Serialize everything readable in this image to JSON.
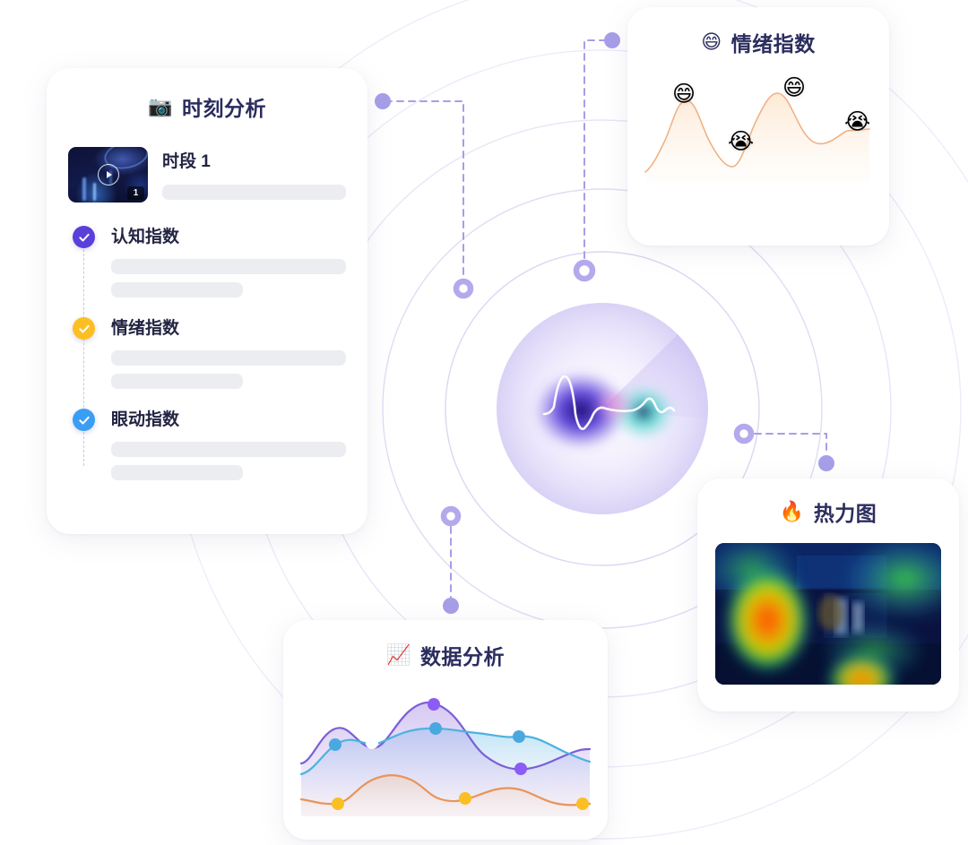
{
  "cards": {
    "moment": {
      "title": "时刻分析",
      "title_emoji": "📷",
      "title_emoji_name": "camera-icon",
      "clip": {
        "title": "时段 1",
        "badge": "1",
        "play_icon": "play-icon"
      },
      "timeline": [
        {
          "label": "认知指数",
          "color": "#5b3fd9",
          "icon": "check-icon"
        },
        {
          "label": "情绪指数",
          "color": "#fbbf24",
          "icon": "check-icon"
        },
        {
          "label": "眼动指数",
          "color": "#3b9ef5",
          "icon": "check-icon"
        }
      ]
    },
    "emotion": {
      "title": "情绪指数",
      "title_emoji": "😄",
      "title_emoji_name": "grinning-face-icon"
    },
    "heatmap": {
      "title": "热力图",
      "title_emoji": "🔥",
      "title_emoji_name": "fire-icon"
    },
    "data": {
      "title": "数据分析",
      "title_emoji": "📈",
      "title_emoji_name": "chart-increasing-icon"
    }
  },
  "colors": {
    "accent": "#8b7ae8",
    "title_text": "#2b2d5e",
    "skeleton": "#ecedf1",
    "connector": "#a79ee8",
    "ring": "#d9d4f5",
    "series_purple": "#7b5fd6",
    "series_blue": "#4db2e0",
    "series_orange": "#e8945a",
    "emotion_line": "#f2b27a"
  },
  "chart_data": [
    {
      "type": "area",
      "title": "情绪指数",
      "name": "emotion-index-chart",
      "xlabel": "",
      "ylabel": "",
      "grid": false,
      "legend": "none",
      "x": [
        0,
        1,
        2,
        3,
        4,
        5,
        6,
        7,
        8
      ],
      "values": [
        12,
        38,
        82,
        45,
        14,
        52,
        90,
        55,
        40
      ],
      "ylim": [
        0,
        100
      ],
      "markers": [
        {
          "x": 2,
          "y": 82,
          "emoji": "😄",
          "name": "grinning-face-marker"
        },
        {
          "x": 4,
          "y": 14,
          "emoji": "😭",
          "name": "crying-face-marker"
        },
        {
          "x": 6,
          "y": 90,
          "emoji": "😄",
          "name": "grinning-face-marker"
        },
        {
          "x": 8,
          "y": 40,
          "emoji": "😭",
          "name": "crying-face-marker"
        }
      ]
    },
    {
      "type": "line",
      "title": "数据分析",
      "name": "data-analysis-chart",
      "xlabel": "",
      "ylabel": "",
      "grid": false,
      "legend": "none",
      "categories": [
        0,
        1,
        2,
        3,
        4,
        5,
        6,
        7,
        8,
        9,
        10
      ],
      "ylim": [
        0,
        100
      ],
      "series": [
        {
          "name": "认知指数",
          "color": "#7b5fd6",
          "values": [
            38,
            66,
            48,
            50,
            88,
            70,
            48,
            42,
            44,
            40,
            52
          ],
          "points": [
            {
              "x": 4,
              "y": 88,
              "color": "#8b5cf6"
            },
            {
              "x": 7,
              "y": 42,
              "color": "#8b5cf6"
            }
          ]
        },
        {
          "name": "眼动指数",
          "color": "#4db2e0",
          "values": [
            24,
            44,
            62,
            56,
            62,
            64,
            60,
            58,
            58,
            44,
            34
          ],
          "points": [
            {
              "x": 1,
              "y": 44,
              "color": "#4aa8e0"
            },
            {
              "x": 2,
              "y": 62,
              "color": "#ffffff"
            },
            {
              "x": 5,
              "y": 64,
              "color": "#4aa8e0"
            },
            {
              "x": 8,
              "y": 58,
              "color": "#4aa8e0"
            }
          ]
        },
        {
          "name": "情绪指数",
          "color": "#e8945a",
          "values": [
            12,
            9,
            16,
            34,
            38,
            24,
            14,
            18,
            28,
            16,
            10
          ],
          "points": [
            {
              "x": 1,
              "y": 9,
              "color": "#fbbf24"
            },
            {
              "x": 6,
              "y": 14,
              "color": "#fbbf24"
            },
            {
              "x": 10,
              "y": 10,
              "color": "#fbbf24"
            }
          ]
        }
      ]
    }
  ]
}
